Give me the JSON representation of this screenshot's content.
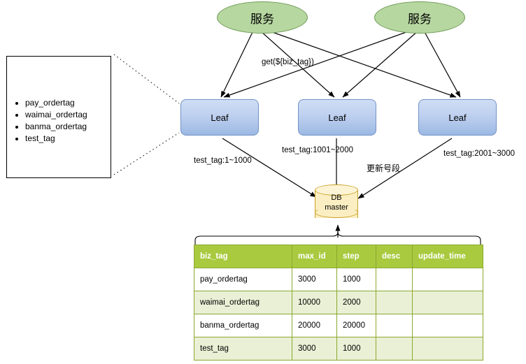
{
  "diagram": {
    "services": [
      {
        "label": "服务"
      },
      {
        "label": "服务"
      }
    ],
    "leaf_nodes": [
      {
        "label": "Leaf"
      },
      {
        "label": "Leaf"
      },
      {
        "label": "Leaf"
      }
    ],
    "database": {
      "line1": "DB",
      "line2": "master"
    },
    "edge_labels": {
      "get_call": "get(${biz_tag})",
      "range_left": "test_tag:1~1000",
      "range_middle": "test_tag:1001~2000",
      "range_right": "test_tag:2001~3000",
      "update_segment": "更新号段"
    },
    "callout": {
      "items": [
        "pay_ordertag",
        "waimai_ordertag",
        "banma_ordertag",
        "test_tag"
      ]
    },
    "colors": {
      "service_fill": "#b6d7a0",
      "service_stroke": "#6f9a56",
      "leaf_fill_top": "#cfdef5",
      "leaf_fill_bottom": "#9cb9e4",
      "leaf_stroke": "#7191c4",
      "db_fill": "#fbeec2",
      "db_stroke": "#c9a227",
      "table_header": "#a9ca3f",
      "table_row_alt": "#e9f0d5",
      "table_border": "#8aa82e",
      "edge": "#000000"
    }
  },
  "table": {
    "columns": [
      "biz_tag",
      "max_id",
      "step",
      "desc",
      "update_time"
    ],
    "rows": [
      {
        "biz_tag": "pay_ordertag",
        "max_id": "3000",
        "step": "1000",
        "desc": "",
        "update_time": ""
      },
      {
        "biz_tag": "waimai_ordertag",
        "max_id": "10000",
        "step": "2000",
        "desc": "",
        "update_time": ""
      },
      {
        "biz_tag": "banma_ordertag",
        "max_id": "20000",
        "step": "20000",
        "desc": "",
        "update_time": ""
      },
      {
        "biz_tag": "test_tag",
        "max_id": "3000",
        "step": "1000",
        "desc": "",
        "update_time": ""
      }
    ]
  }
}
